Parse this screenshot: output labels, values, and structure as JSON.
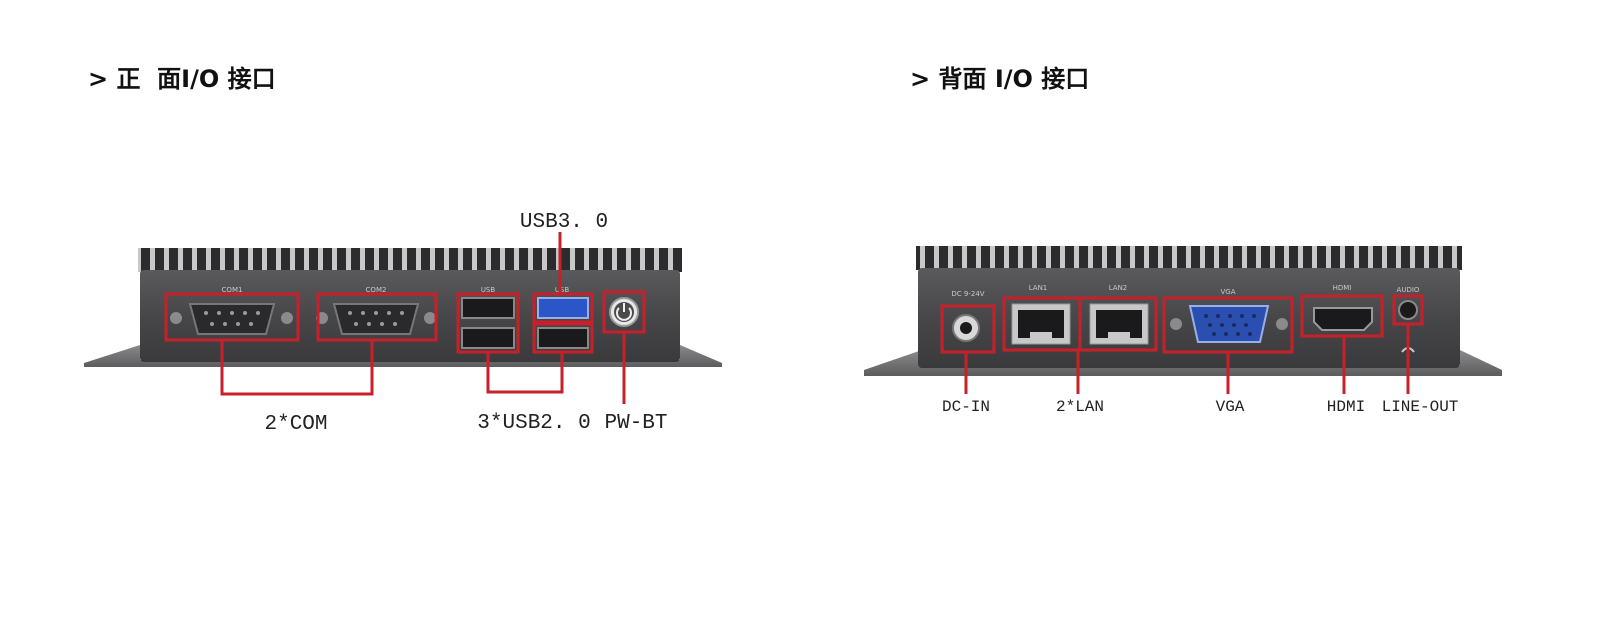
{
  "front": {
    "heading": "> 正  面I/O 接口",
    "port_labels": {
      "com1": "COM1",
      "com2": "COM2",
      "usb_a": "USB",
      "usb_b": "USB"
    },
    "callouts": {
      "usb3": "USB3. 0",
      "com": "2*COM",
      "usb2": "3*USB2. 0",
      "power": "PW-BT"
    }
  },
  "back": {
    "heading": "> 背面 I/O 接口",
    "port_labels": {
      "dc": "DC 9-24V",
      "lan1": "LAN1",
      "lan2": "LAN2",
      "vga": "VGA",
      "hdmi": "HDMI",
      "audio": "AUDIO"
    },
    "callouts": {
      "dc": "DC-IN",
      "lan": "2*LAN",
      "vga": "VGA",
      "hdmi": "HDMI",
      "lineout": "LINE-OUT"
    }
  },
  "colors": {
    "highlight": "#c8202a",
    "chassis": "#4a4a4c",
    "fins": "#2f2f31",
    "port_dark": "#1a1a1c",
    "usb3_blue": "#2a56c8",
    "vga_blue": "#2b4fb0",
    "text": "#222222"
  }
}
